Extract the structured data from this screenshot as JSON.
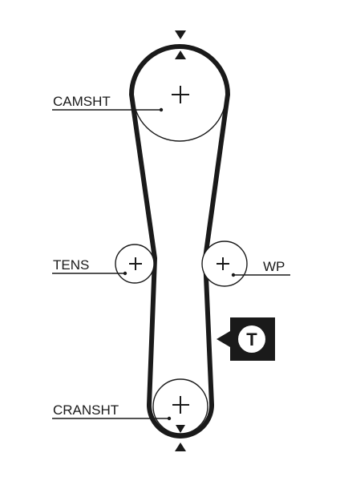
{
  "diagram": {
    "components": {
      "camshaft": {
        "label": "CAMSHT"
      },
      "tensioner": {
        "label": "TENS"
      },
      "water_pump": {
        "label": "WP"
      },
      "crankshaft": {
        "label": "CRANSHT"
      }
    },
    "tensioner_badge": {
      "letter": "T"
    },
    "colors": {
      "ink": "#1a1a1a",
      "background": "#ffffff"
    }
  }
}
